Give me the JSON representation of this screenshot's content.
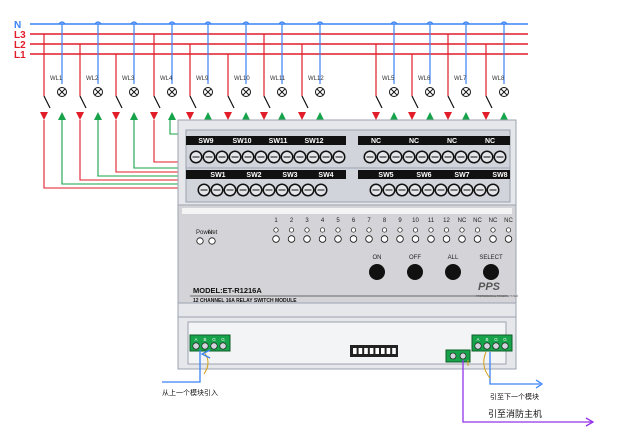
{
  "bus": {
    "lines": [
      {
        "label": "N",
        "color": "#3b82f6"
      },
      {
        "label": "L3",
        "color": "#e11d2a"
      },
      {
        "label": "L2",
        "color": "#e11d2a"
      },
      {
        "label": "L1",
        "color": "#e11d2a"
      }
    ]
  },
  "circuits": {
    "left_labels": [
      "WL1",
      "WL2",
      "WL3",
      "WL4",
      "WL9",
      "WL10",
      "WL11",
      "WL12"
    ],
    "right_labels": [
      "WL5",
      "WL6",
      "WL7",
      "WL8"
    ]
  },
  "terminals": {
    "top_left": [
      "SW9",
      "SW10",
      "SW11",
      "SW12"
    ],
    "top_right": [
      "NC",
      "NC",
      "NC",
      "NC"
    ],
    "mid_left": [
      "SW1",
      "SW2",
      "SW3",
      "SW4"
    ],
    "mid_right": [
      "SW5",
      "SW6",
      "SW7",
      "SW8"
    ]
  },
  "panel": {
    "status_labels": [
      "Power",
      "Net"
    ],
    "channel_labels": [
      "1",
      "2",
      "3",
      "4",
      "5",
      "6",
      "7",
      "8",
      "9",
      "10",
      "11",
      "12",
      "NC",
      "NC",
      "NC",
      "NC"
    ],
    "buttons": [
      "ON",
      "OFF",
      "ALL",
      "SELECT"
    ],
    "model": "MODEL:ET-R1216A",
    "description": "12 CHANNEL 16A RELAY SWITCH MODULE",
    "brand": "PPS",
    "brand_sub": "PROFESSIONAL POWER SYSTEM"
  },
  "bottom": {
    "left_terminal_labels": [
      "A",
      "B",
      "G",
      "G"
    ],
    "right_terminal_labels": [
      "A",
      "B",
      "G",
      "G"
    ],
    "from_prev": "从上一个模块引入",
    "to_next": "引至下一个模块",
    "to_fire": "引至消防主机"
  },
  "colors": {
    "red": "#e11d2a",
    "blue": "#3b82f6",
    "green": "#16a34a",
    "purple": "#9333ea",
    "module_gray": "#e5e7eb",
    "terminal_black": "#111111"
  }
}
